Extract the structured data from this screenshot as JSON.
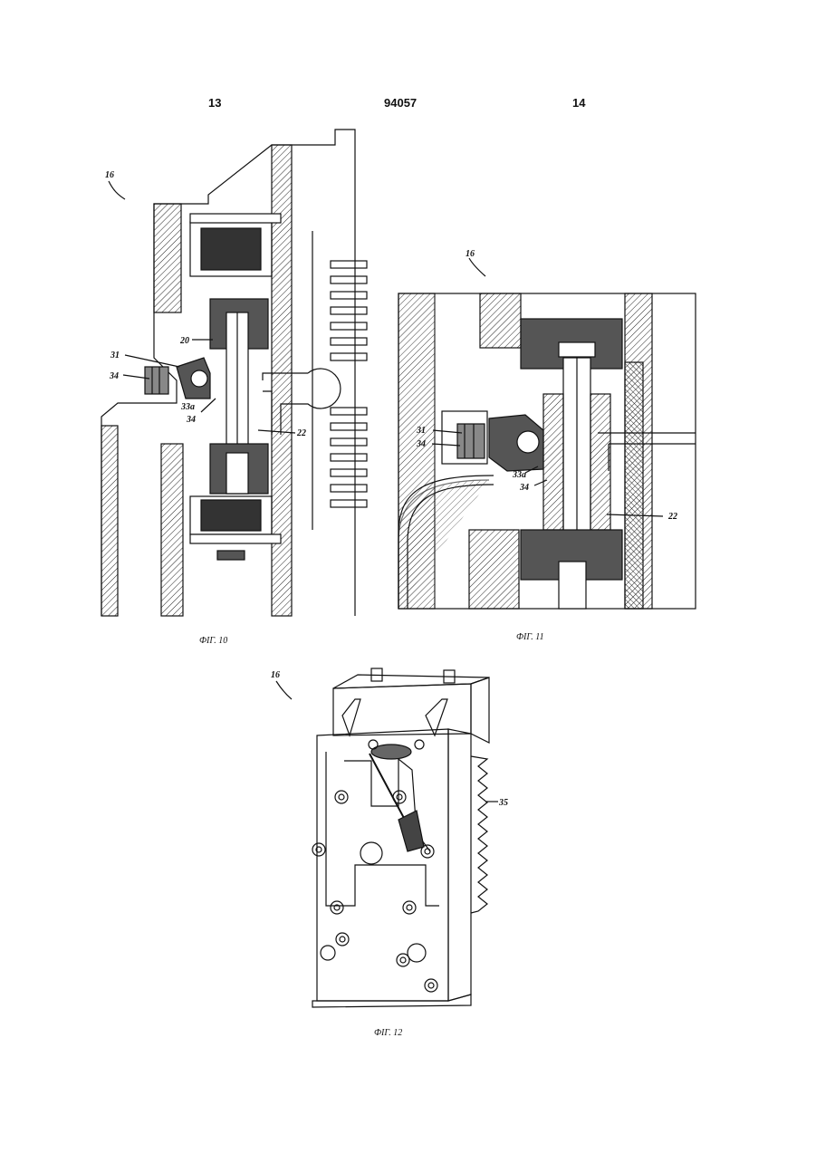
{
  "header": {
    "left_page": "13",
    "doc_number": "94057",
    "right_page": "14"
  },
  "figures": [
    {
      "caption": "ФІГ. 10",
      "labels": {
        "ref16": "16",
        "l20": "20",
        "l31": "31",
        "l34a": "34",
        "l33a": "33a",
        "l34b": "34",
        "l22": "22"
      }
    },
    {
      "caption": "ФІГ. 11",
      "labels": {
        "ref16": "16",
        "l31": "31",
        "l34a": "34",
        "l33a": "33a",
        "l34b": "34",
        "l22": "22"
      }
    },
    {
      "caption": "ФІГ. 12",
      "labels": {
        "ref16": "16",
        "l35": "35"
      }
    }
  ]
}
